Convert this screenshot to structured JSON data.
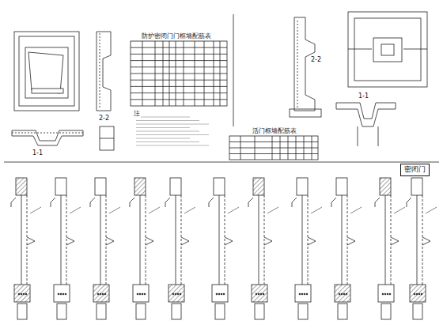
{
  "diagram": {
    "nodes": [
      {
        "text": [
          "密闭门"
        ]
      }
    ],
    "labels": [
      "1-1",
      "2-2",
      "防护密闭门门框墙配筋表",
      "注",
      "2-2",
      "1-1",
      "活门框墙配筋表"
    ]
  }
}
